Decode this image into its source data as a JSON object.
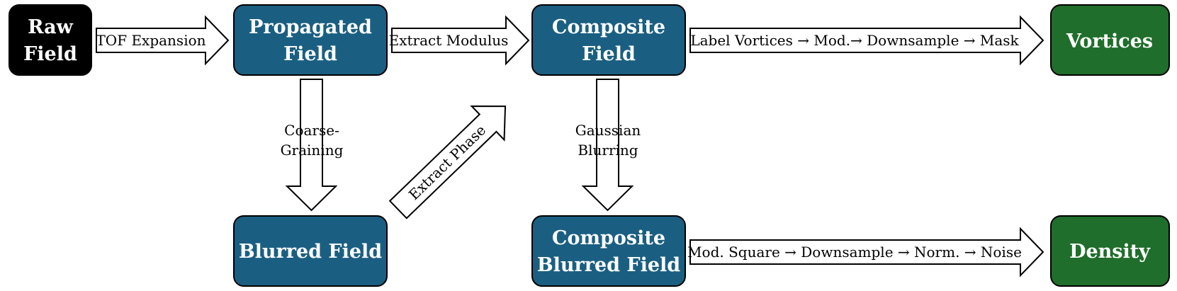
{
  "colors": {
    "raw_node": "#000000",
    "process_node": "#1a5f82",
    "output_node": "#1f6e2b",
    "arrow_fill": "#ffffff",
    "arrow_stroke": "#000000"
  },
  "nodes": {
    "raw_field": {
      "line1": "Raw",
      "line2": "Field"
    },
    "propagated_field": {
      "line1": "Propagated",
      "line2": "Field"
    },
    "composite_field": {
      "line1": "Composite",
      "line2": "Field"
    },
    "vortices": {
      "line1": "Vortices"
    },
    "blurred_field": {
      "line1": "Blurred Field"
    },
    "composite_blurred_field": {
      "line1": "Composite",
      "line2": "Blurred Field"
    },
    "density": {
      "line1": "Density"
    }
  },
  "arrows": {
    "tof_expansion": {
      "label": "TOF Expansion"
    },
    "extract_modulus": {
      "label": "Extract Modulus"
    },
    "label_vortices": {
      "label": "Label Vortices → Mod.→ Downsample → Mask"
    },
    "coarse_graining": {
      "line1": "Coarse-",
      "line2": "Graining"
    },
    "extract_phase": {
      "label": "Extract Phase"
    },
    "gaussian_blurring": {
      "line1": "Gaussian",
      "line2": "Blurring"
    },
    "mod_square": {
      "label": "Mod. Square → Downsample → Norm. → Noise"
    }
  }
}
